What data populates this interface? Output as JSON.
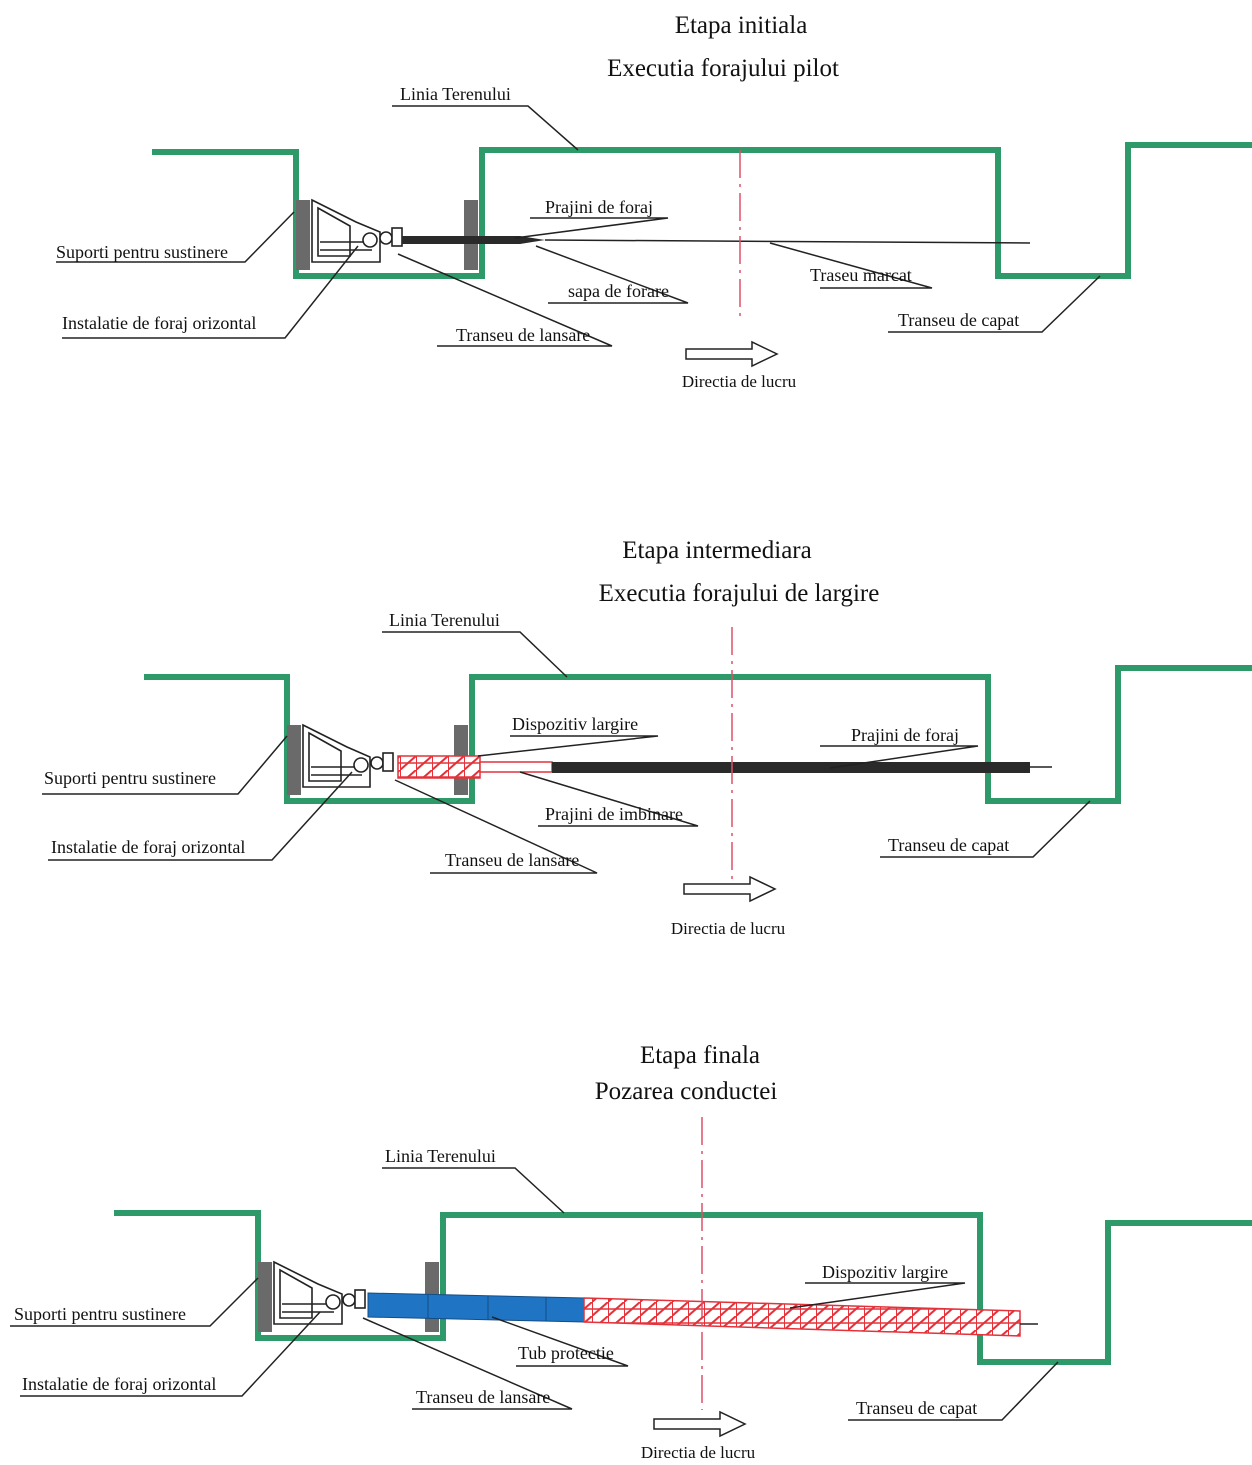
{
  "colors": {
    "ground": "#2e9a6a",
    "wall": "#6a6a6a",
    "rod": "#2a2a2a",
    "reamer": "#e3323a",
    "pipe": "#1f74c4",
    "axis": "#e0506a",
    "leader": "#222222"
  },
  "panels": [
    {
      "title1": "Etapa initiala",
      "title2": "Executia forajului pilot",
      "terrain": "Linia Terenului",
      "supports": "Suporti pentru sustinere",
      "rig": "Instalatie de foraj orizontal",
      "launch_trench": "Transeu de lansare",
      "end_trench": "Transeu de capat",
      "direction": "Directia de lucru",
      "drill_rods": "Prajini de foraj",
      "drill_bit": "sapa de forare",
      "route": "Traseu marcat"
    },
    {
      "title1": "Etapa intermediara",
      "title2": "Executia forajului de largire",
      "terrain": "Linia Terenului",
      "supports": "Suporti pentru sustinere",
      "rig": "Instalatie de foraj orizontal",
      "launch_trench": "Transeu de lansare",
      "end_trench": "Transeu de capat",
      "direction": "Directia de lucru",
      "reamer": "Dispozitiv largire",
      "drill_rods": "Prajini de foraj",
      "joint_rods": "Prajini de imbinare"
    },
    {
      "title1": "Etapa finala",
      "title2": "Pozarea conductei",
      "terrain": "Linia Terenului",
      "supports": "Suporti pentru sustinere",
      "rig": "Instalatie de foraj orizontal",
      "launch_trench": "Transeu de lansare",
      "end_trench": "Transeu de capat",
      "direction": "Directia de lucru",
      "reamer": "Dispozitiv largire",
      "pipe": "Tub protectie"
    }
  ]
}
